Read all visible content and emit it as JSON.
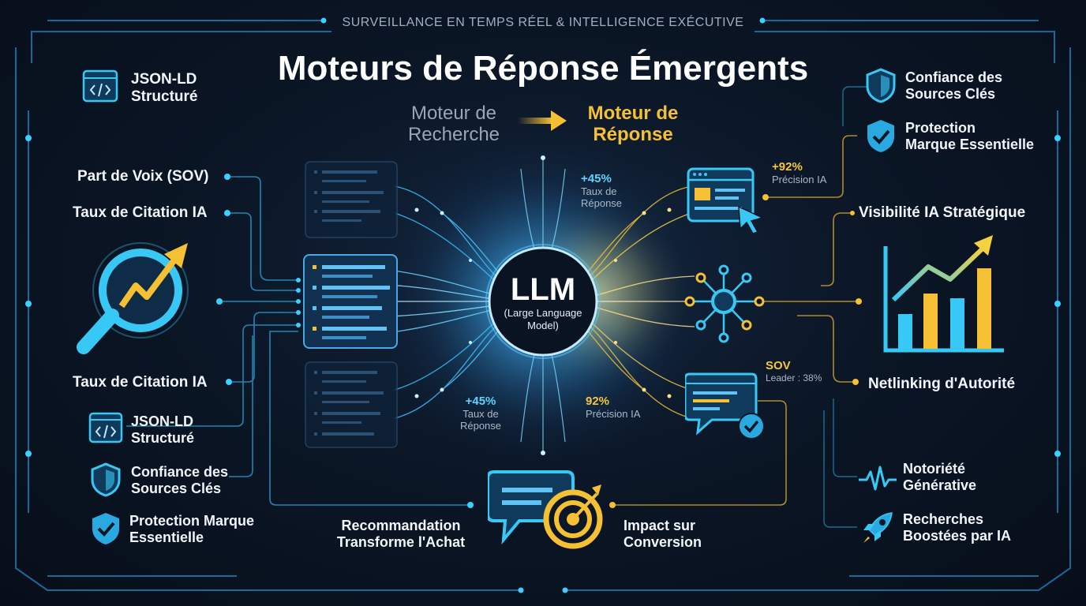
{
  "header": {
    "eyebrow": "SURVEILLANCE EN TEMPS RÉEL & INTELLIGENCE EXÉCUTIVE",
    "title": "Moteurs de Réponse Émergents"
  },
  "flow": {
    "from": [
      "Moteur de",
      "Recherche"
    ],
    "to": [
      "Moteur de",
      "Réponse"
    ]
  },
  "core": {
    "title": "LLM",
    "subtitle": [
      "(Large Language",
      "Model)"
    ]
  },
  "left_labels": {
    "json_ld_top": [
      "JSON-LD",
      "Structuré"
    ],
    "part_de_voix": "Part de Voix (SOV)",
    "taux_citation_top": "Taux de Citation IA",
    "taux_citation_bottom": "Taux de Citation IA",
    "json_ld_bottom": [
      "JSON-LD",
      "Structuré"
    ],
    "confiance": [
      "Confiance des",
      "Sources Clés"
    ],
    "protection": [
      "Protection Marque",
      "Essentielle"
    ]
  },
  "right_labels": {
    "confiance": [
      "Confiance des",
      "Sources Clés"
    ],
    "protection": [
      "Protection",
      "Marque Essentielle"
    ],
    "visibilite": "Visibilité IA Stratégique",
    "netlinking": "Netlinking d'Autorité",
    "notoriete": [
      "Notoriété",
      "Générative"
    ],
    "recherches": [
      "Recherches",
      "Boostées par IA"
    ]
  },
  "stats": {
    "top_left": {
      "value": "+45%",
      "caption": [
        "Taux de",
        "Réponse"
      ]
    },
    "top_right": {
      "value": "+92%",
      "caption": [
        "Précision IA"
      ]
    },
    "bottom_left": {
      "value": "+45%",
      "caption": [
        "Taux de",
        "Réponse"
      ]
    },
    "bottom_mid": {
      "value": "92%",
      "caption": [
        "Précision IA"
      ]
    },
    "sov": {
      "value": "SOV",
      "caption": [
        "Leader : 38%"
      ]
    }
  },
  "bottom": {
    "recommandation": [
      "Recommandation",
      "Transforme l'Achat"
    ],
    "impact": [
      "Impact sur",
      "Conversion"
    ]
  },
  "colors": {
    "cyan": "#38c8f5",
    "gold": "#f5c033",
    "frame": "#1f7fb8",
    "background": "#0b1626"
  },
  "icons": [
    "code-icon",
    "search-growth-icon",
    "shield-check-icon",
    "browser-cursor-icon",
    "network-node-icon",
    "growth-bar-chart-icon",
    "chat-check-icon",
    "pulse-icon",
    "rocket-icon",
    "chat-target-icon"
  ]
}
